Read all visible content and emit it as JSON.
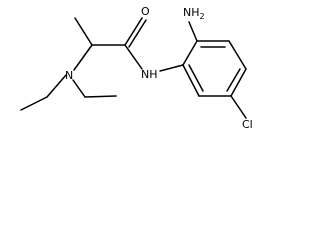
{
  "molecule": {
    "atoms": {
      "oxygen": "O",
      "amino": {
        "main": "NH",
        "sub": "2"
      },
      "amide_nh": "NH",
      "tertiary_n": "N",
      "chlorine": "Cl"
    }
  }
}
